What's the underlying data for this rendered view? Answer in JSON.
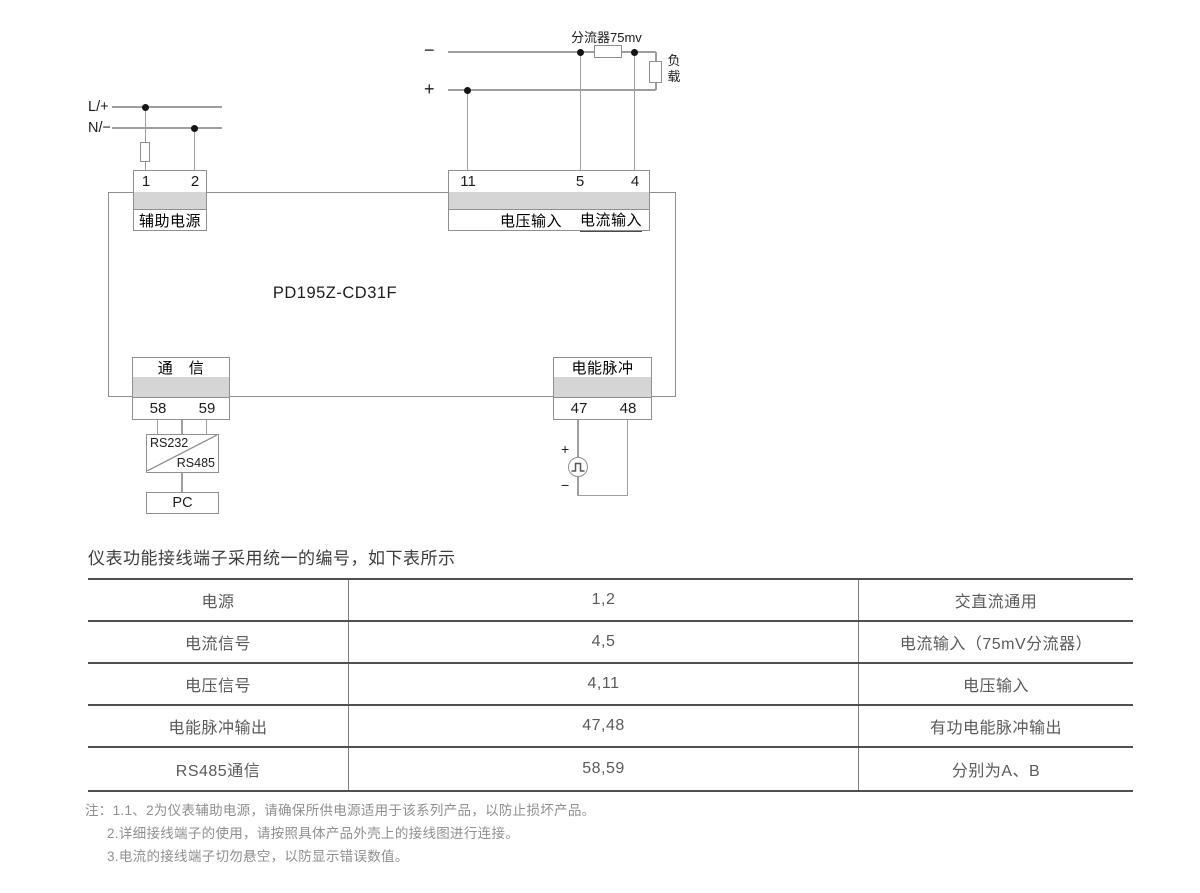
{
  "diagram": {
    "model": "PD195Z-CD31F",
    "aux": {
      "line_live": "L/+",
      "line_neutral": "N/−",
      "terminal_1": "1",
      "terminal_2": "2",
      "label": "辅助电源"
    },
    "input": {
      "minus": "−",
      "plus": "+",
      "shunt_label": "分流器75mv",
      "load_label": "负载",
      "terminal_11": "11",
      "terminal_5": "5",
      "terminal_4": "4",
      "label_voltage": "电压输入",
      "label_current": "电流输入"
    },
    "comm": {
      "label": "通　信",
      "terminal_58": "58",
      "terminal_59": "59",
      "converter_top": "RS232",
      "converter_bottom": "RS485",
      "pc_label": "PC"
    },
    "pulse": {
      "label": "电能脉冲",
      "terminal_47": "47",
      "terminal_48": "48",
      "plus": "+",
      "minus": "−"
    }
  },
  "intro": "仪表功能接线端子采用统一的编号，如下表所示",
  "table": {
    "rows": [
      {
        "func": "电源",
        "terminals": "1,2",
        "desc": "交直流通用"
      },
      {
        "func": "电流信号",
        "terminals": "4,5",
        "desc": "电流输入（75mV分流器）"
      },
      {
        "func": "电压信号",
        "terminals": "4,11",
        "desc": "电压输入"
      },
      {
        "func": "电能脉冲输出",
        "terminals": "47,48",
        "desc": "有功电能脉冲输出"
      },
      {
        "func": "RS485通信",
        "terminals": "58,59",
        "desc": "分别为A、B"
      }
    ]
  },
  "notes": {
    "prefix": "注：",
    "items": [
      "1.1、2为仪表辅助电源，请确保所供电源适用于该系列产品，以防止损坏产品。",
      "2.详细接线端子的使用，请按照具体产品外壳上的接线图进行连接。",
      "3.电流的接线端子切勿悬空，以防显示错误数值。"
    ]
  },
  "colors": {
    "wire": "#9e9e9e",
    "band": "#d5d5d5",
    "ink": "#1c1c1c",
    "boxline": "#8f8f8f",
    "tline": "#4f4f4f",
    "tvline": "#7d7d7d",
    "ttext": "#5a5a5a",
    "ntext": "#8f8f8f",
    "title": "#3d3d3d"
  }
}
